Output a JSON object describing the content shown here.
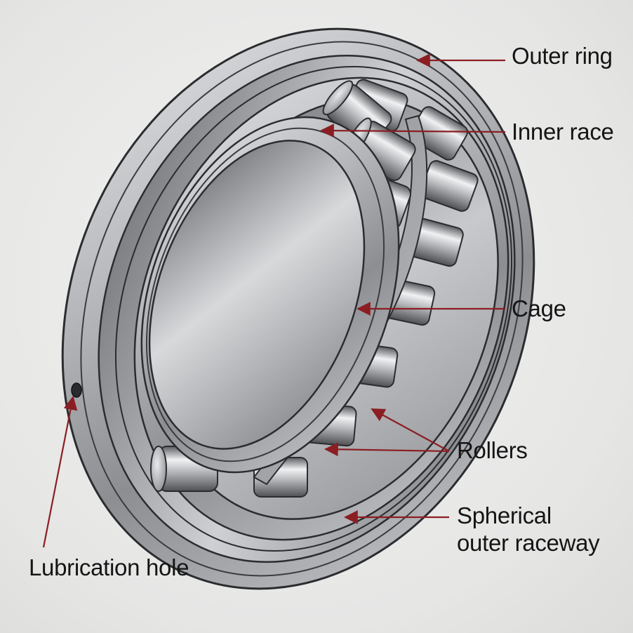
{
  "labels": {
    "outer_ring": "Outer ring",
    "inner_race": "Inner race",
    "cage": "Cage",
    "rollers": "Rollers",
    "spherical_outer_raceway_line1": "Spherical",
    "spherical_outer_raceway_line2": "outer raceway",
    "lubrication_hole": "Lubrication hole"
  },
  "colors": {
    "leader_line": "#8b1e23",
    "label_text": "#151515",
    "steel_light": "#d9dadc",
    "steel_mid": "#9a9ca0",
    "steel_dark": "#3a3c40"
  }
}
